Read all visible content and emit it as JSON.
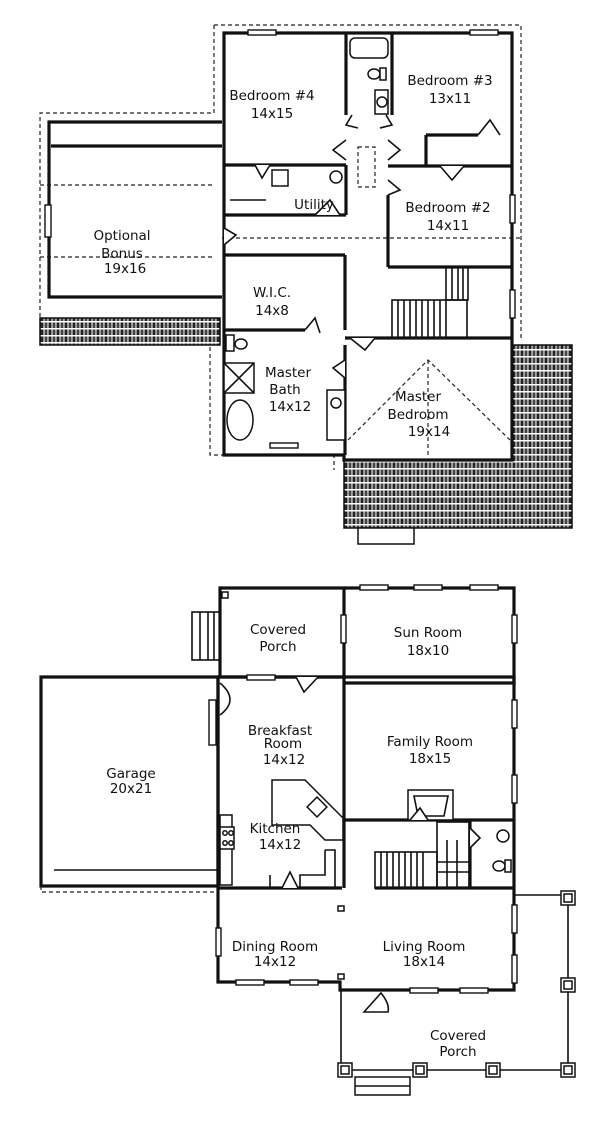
{
  "plan": {
    "upper_floor": {
      "rooms": [
        {
          "id": "bedroom4",
          "name": "Bedroom  #4",
          "size": "14x15"
        },
        {
          "id": "bedroom3",
          "name": "Bedroom  #3",
          "size": "13x11"
        },
        {
          "id": "utility",
          "name": "Utility",
          "size": ""
        },
        {
          "id": "bedroom2",
          "name": "Bedroom  #2",
          "size": "14x11"
        },
        {
          "id": "bonus",
          "name": "Optional Bonus",
          "line1": "Optional",
          "line2": "Bonus",
          "size": "19x16"
        },
        {
          "id": "wic",
          "name": "W.I.C.",
          "size": "14x8"
        },
        {
          "id": "masterbath",
          "name": "Master Bath",
          "line1": "Master",
          "line2": "Bath",
          "size": "14x12"
        },
        {
          "id": "masterbed",
          "name": "Master Bedroom",
          "line1": "Master",
          "line2": "Bedroom",
          "size": "19x14"
        }
      ]
    },
    "main_floor": {
      "rooms": [
        {
          "id": "porch_back",
          "name": "Covered Porch",
          "line1": "Covered",
          "line2": "Porch",
          "size": ""
        },
        {
          "id": "sunroom",
          "name": "Sun Room",
          "size": "18x10"
        },
        {
          "id": "breakfast",
          "name": "Breakfast Room",
          "line1": "Breakfast",
          "line2": "Room",
          "size": "14x12"
        },
        {
          "id": "family",
          "name": "Family Room",
          "size": "18x15"
        },
        {
          "id": "garage",
          "name": "Garage",
          "size": "20x21"
        },
        {
          "id": "kitchen",
          "name": "Kitchen",
          "size": "14x12"
        },
        {
          "id": "dining",
          "name": "Dining Room",
          "size": "14x12"
        },
        {
          "id": "living",
          "name": "Living Room",
          "size": "18x14"
        },
        {
          "id": "porch_front",
          "name": "Covered Porch",
          "line1": "Covered",
          "line2": "Porch",
          "size": ""
        }
      ]
    }
  }
}
